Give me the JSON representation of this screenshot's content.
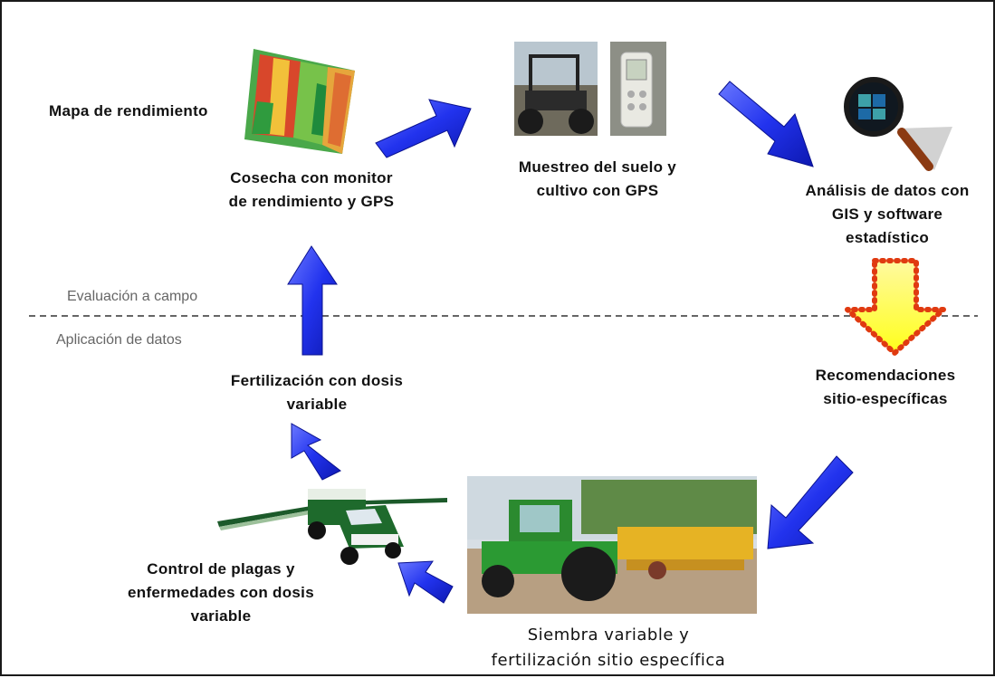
{
  "labels": {
    "mapa": "Mapa de rendimiento",
    "cosecha": [
      "Cosecha con monitor",
      "de rendimiento y GPS"
    ],
    "muestreo": [
      "Muestreo del suelo y",
      "cultivo con GPS"
    ],
    "analisis": [
      "Análisis de datos con",
      "GIS y software",
      "estadístico"
    ],
    "recomendaciones": [
      "Recomendaciones",
      "sitio-específicas"
    ],
    "siembra": [
      "Siembra variable y",
      "fertilización sitio específica"
    ],
    "control": [
      "Control de plagas y",
      "enfermedades con dosis",
      "variable"
    ],
    "fertilizacion": [
      "Fertilización con dosis",
      "variable"
    ]
  },
  "divider": {
    "above": "Evaluación a campo",
    "below": "Aplicación de datos"
  },
  "colors": {
    "arrow": "#1f2ee6",
    "arrow_light": "#5a6bff",
    "divider": "#666666",
    "highlight_arrow": "#ffff33",
    "highlight_dots": "#e03a10"
  }
}
